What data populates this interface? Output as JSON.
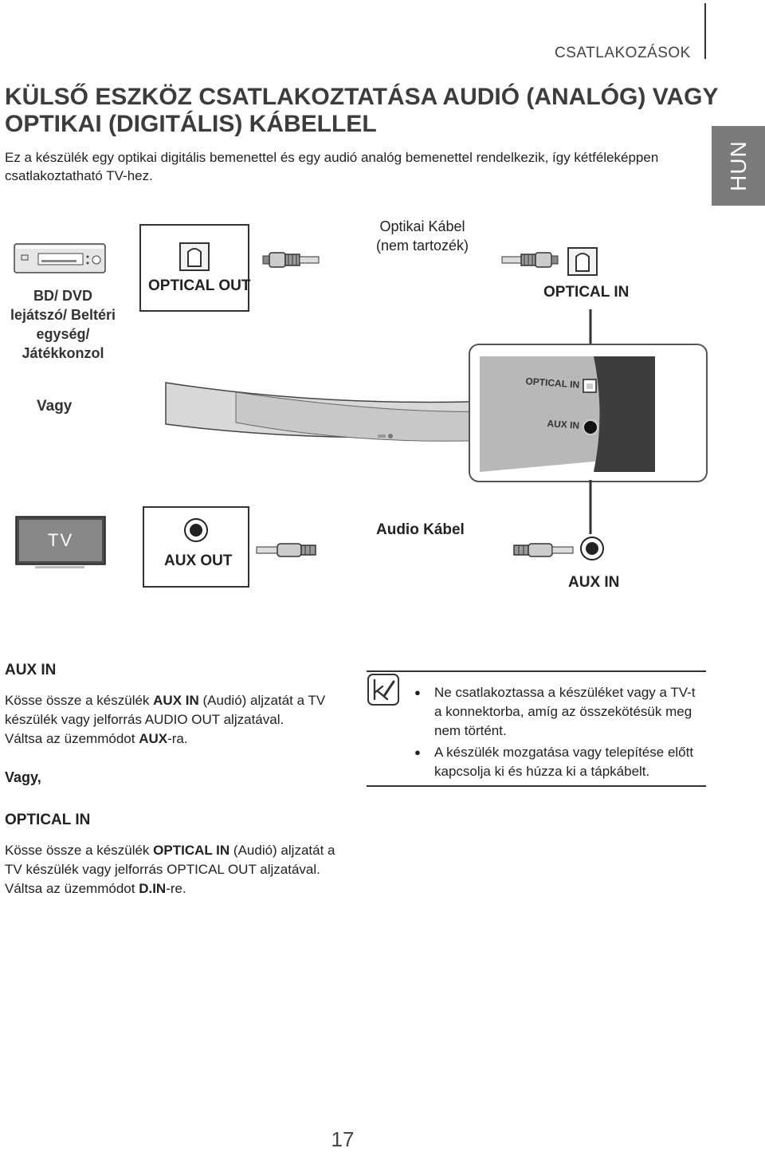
{
  "header": {
    "section": "CSATLAKOZÁSOK",
    "lang_tab": "HUN"
  },
  "title": "KÜLSŐ ESZKÖZ CSATLAKOZTATÁSA AUDIÓ (ANALÓG) VAGY OPTIKAI (DIGITÁLIS) KÁBELLEL",
  "intro": "Ez a készülék egy optikai digitális bemenettel és egy audió analóg bemenettel rendelkezik, így kétféleképpen csatlakoztatható TV-hez.",
  "diagram": {
    "optical_cable_line1": "Optikai Kábel",
    "optical_cable_line2": "(nem tartozék)",
    "bd_line1": "BD/ DVD",
    "bd_line2": "lejátszó/ Beltéri",
    "bd_line3": "egység/",
    "bd_line4": "Játékkonzol",
    "optical_out": "OPTICAL OUT",
    "optical_in": "OPTICAL IN",
    "vagy": "Vagy",
    "panel_optical_in": "OPTICAL IN",
    "panel_aux_in": "AUX IN",
    "tv": "TV",
    "aux_out": "AUX OUT",
    "audio_cable": "Audio Kábel",
    "aux_in": "AUX IN"
  },
  "aux_section": {
    "heading": "AUX IN",
    "p1_a": "Kösse össze a készülék ",
    "p1_b": "AUX IN",
    "p1_c": " (Audió) aljzatát a TV készülék vagy jelforrás AUDIO OUT aljzatával.",
    "p2_a": "Váltsa az üzemmódot ",
    "p2_b": "AUX",
    "p2_c": "-ra.",
    "vagy": "Vagy,"
  },
  "optical_section": {
    "heading": "OPTICAL IN",
    "p1_a": "Kösse össze a készülék ",
    "p1_b": "OPTICAL IN",
    "p1_c": " (Audió) aljzatát a TV készülék vagy jelforrás OPTICAL OUT aljzatával.",
    "p2_a": "Váltsa az üzemmódot ",
    "p2_b": "D.IN",
    "p2_c": "-re."
  },
  "notes": [
    "Ne csatlakoztassa a készüléket vagy a TV-t a konnektorba, amíg az összekötésük meg nem történt.",
    "A készülék mozgatása vagy telepítése előtt kapcsolja ki és húzza ki a tápkábelt."
  ],
  "page_number": "17"
}
